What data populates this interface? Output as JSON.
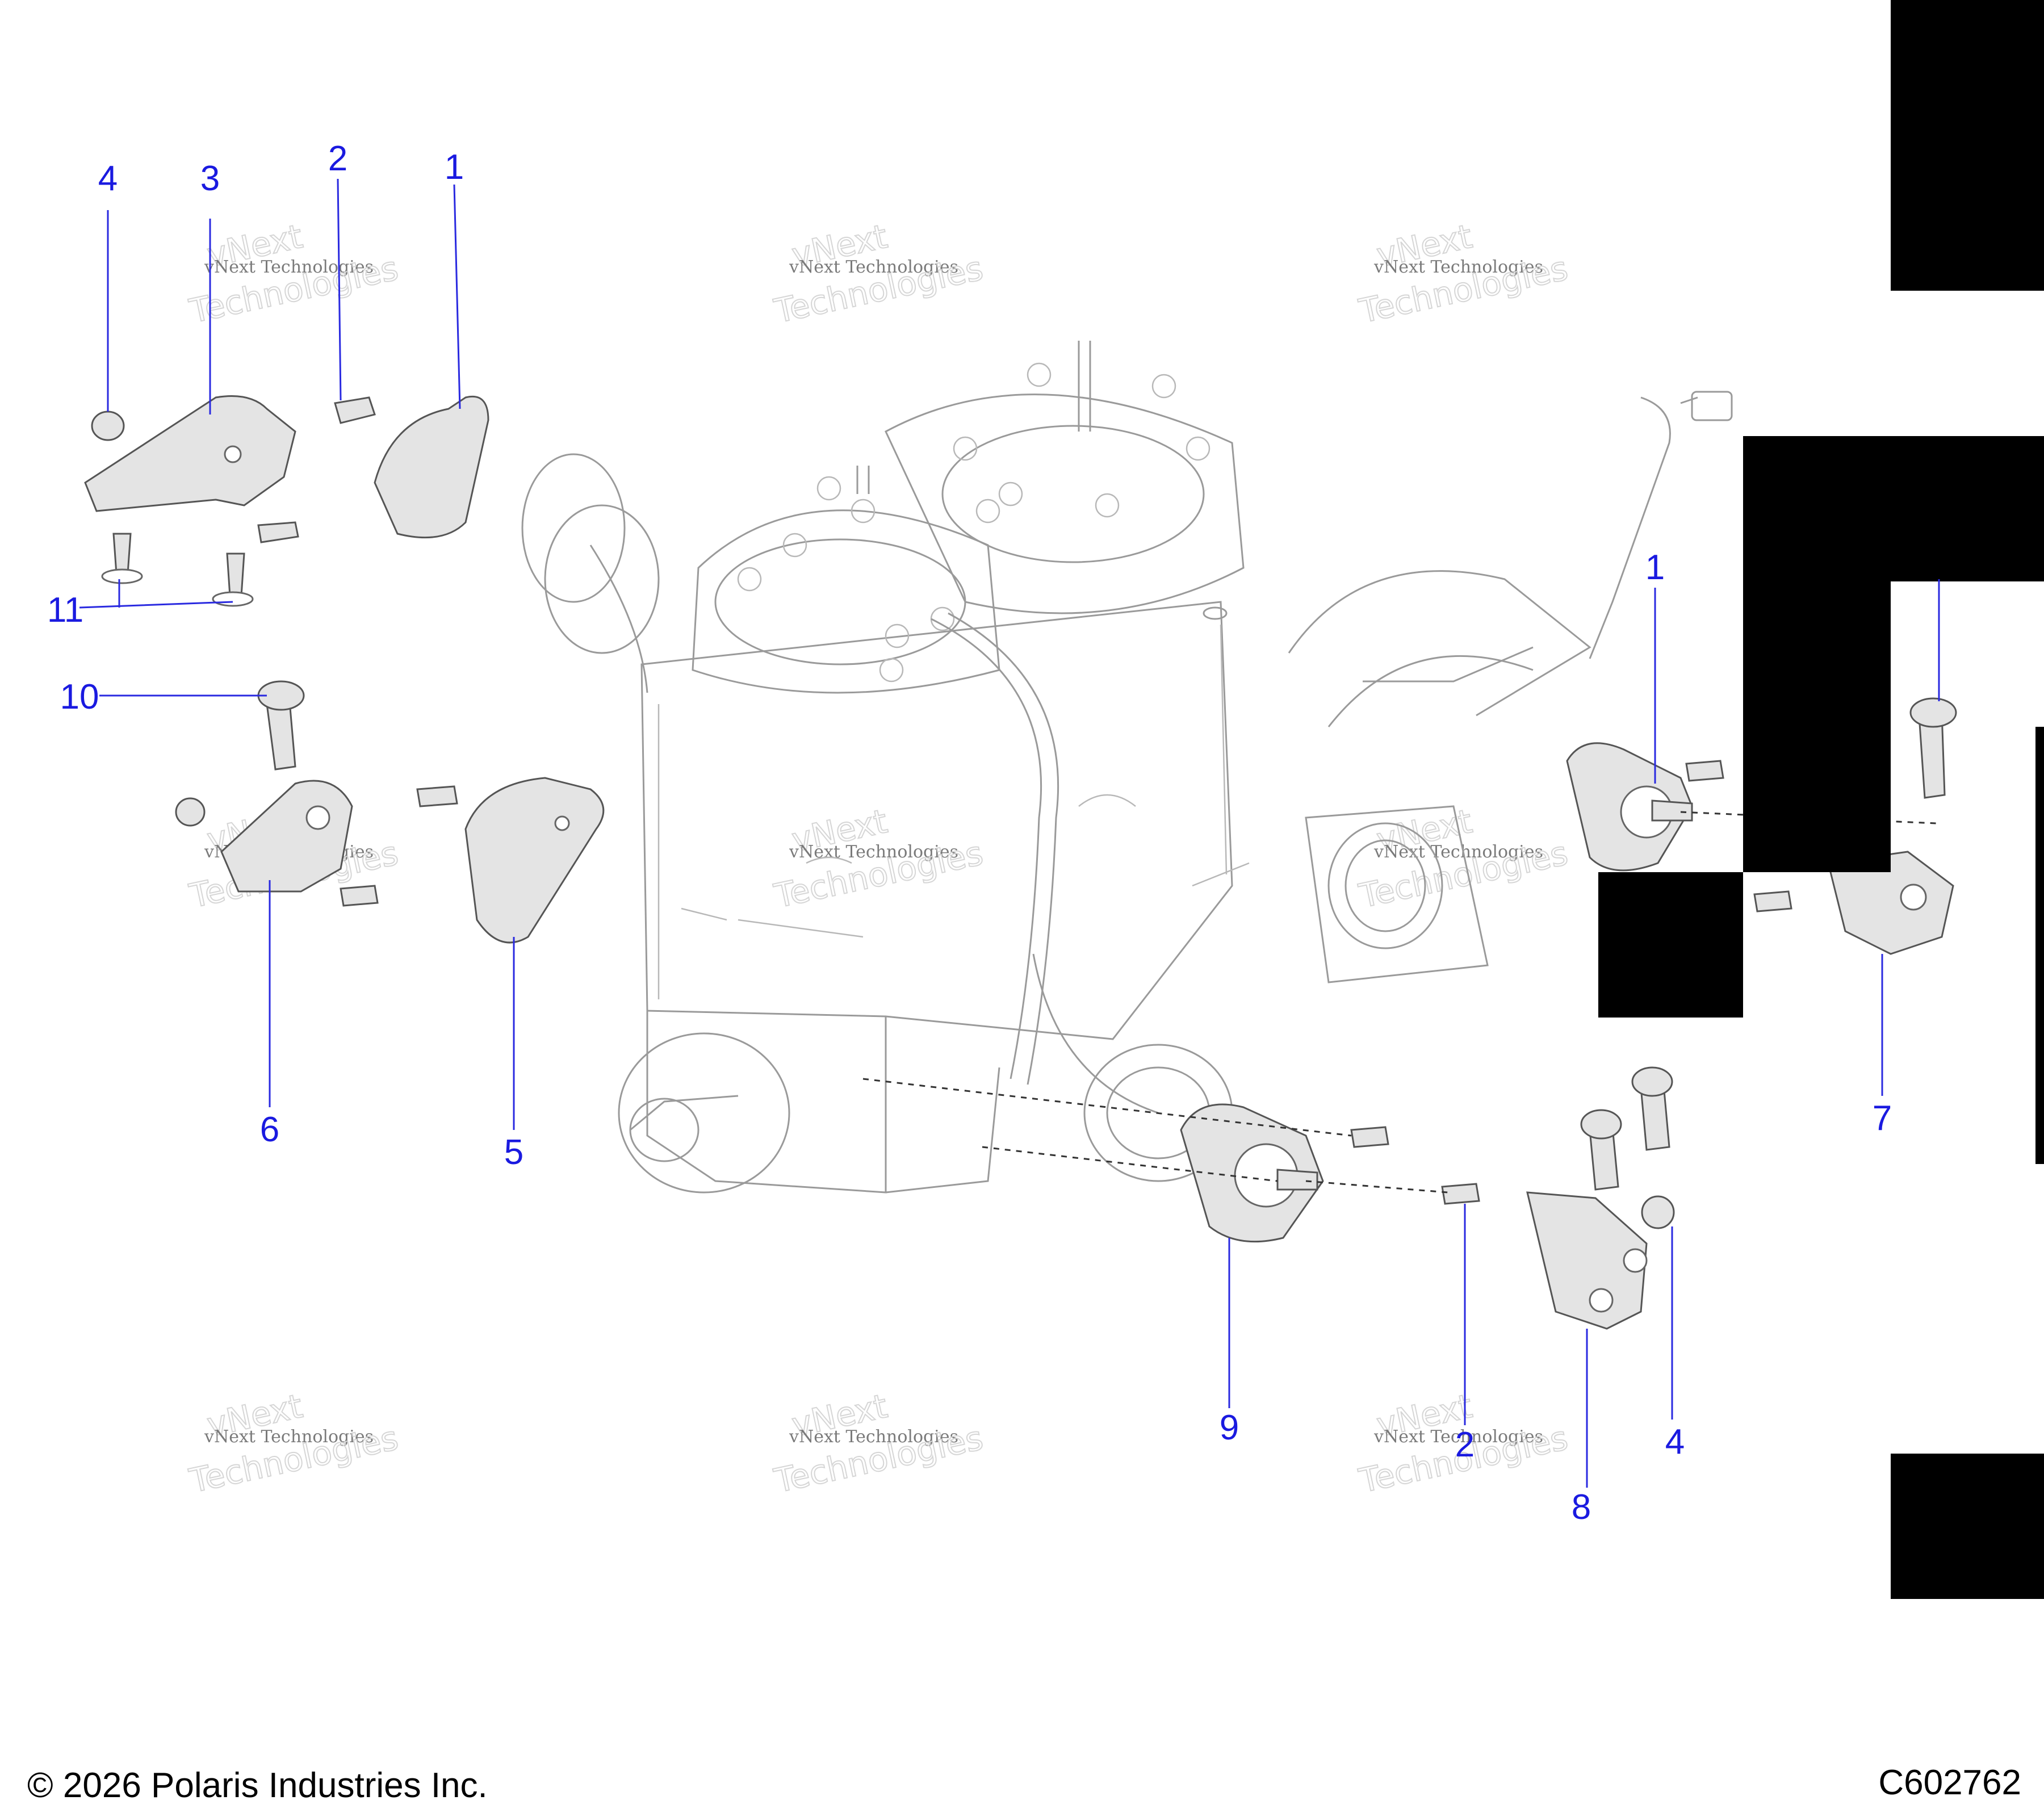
{
  "callouts": {
    "c4a": "4",
    "c3": "3",
    "c2a": "2",
    "c1a": "1",
    "c11": "11",
    "c10": "10",
    "c6": "6",
    "c5": "5",
    "c1b": "1",
    "c7": "7",
    "c9": "9",
    "c2b": "2",
    "c4b": "4",
    "c8": "8"
  },
  "watermark": {
    "line1": "vNext Technologies",
    "line2": "vNext",
    "line3": "Technologies"
  },
  "footer": {
    "copyright": "© 2026 Polaris Industries Inc.",
    "code": "C602762"
  },
  "colors": {
    "callout": "#1a1ae0",
    "part_fill": "#e4e4e4",
    "redaction": "#000000"
  }
}
